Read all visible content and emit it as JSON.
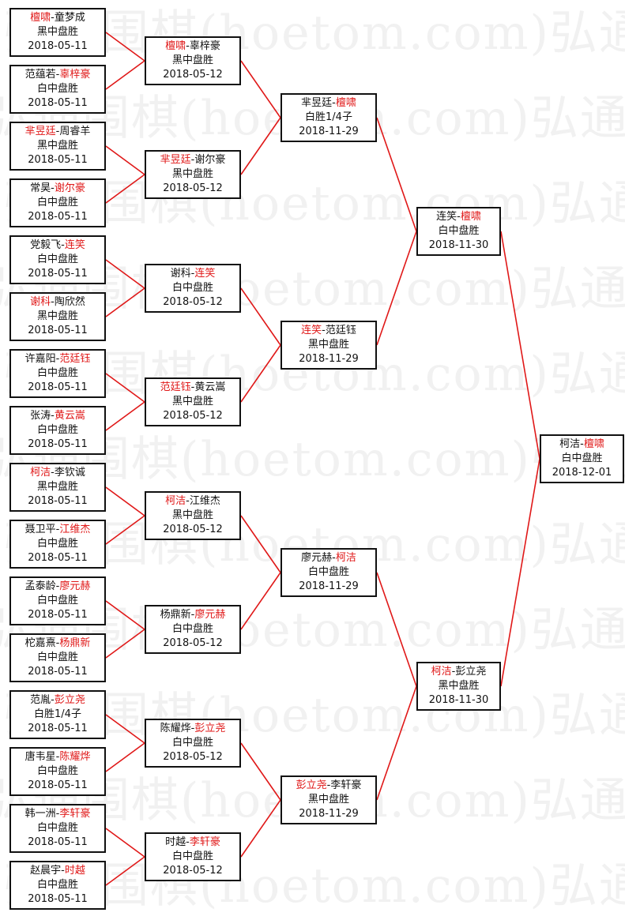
{
  "watermark": "弘通围棋(hoetom.com)弘通",
  "colors": {
    "winner": "#e01818",
    "line": "#e01818",
    "border": "#111111"
  },
  "rounds": [
    [
      {
        "p1": "檀啸",
        "p2": "童梦成",
        "winner": 1,
        "result": "黑中盘胜",
        "date": "2018-05-11"
      },
      {
        "p1": "范蕴若",
        "p2": "辜梓豪",
        "winner": 2,
        "result": "白中盘胜",
        "date": "2018-05-11"
      },
      {
        "p1": "芈昱廷",
        "p2": "周睿羊",
        "winner": 1,
        "result": "黑中盘胜",
        "date": "2018-05-11"
      },
      {
        "p1": "常昊",
        "p2": "谢尔豪",
        "winner": 2,
        "result": "白中盘胜",
        "date": "2018-05-11"
      },
      {
        "p1": "党毅飞",
        "p2": "连笑",
        "winner": 2,
        "result": "白中盘胜",
        "date": "2018-05-11"
      },
      {
        "p1": "谢科",
        "p2": "陶欣然",
        "winner": 1,
        "result": "黑中盘胜",
        "date": "2018-05-11"
      },
      {
        "p1": "许嘉阳",
        "p2": "范廷钰",
        "winner": 2,
        "result": "白中盘胜",
        "date": "2018-05-11"
      },
      {
        "p1": "张涛",
        "p2": "黄云嵩",
        "winner": 2,
        "result": "白中盘胜",
        "date": "2018-05-11"
      },
      {
        "p1": "柯洁",
        "p2": "李钦诚",
        "winner": 1,
        "result": "黑中盘胜",
        "date": "2018-05-11"
      },
      {
        "p1": "聂卫平",
        "p2": "江维杰",
        "winner": 2,
        "result": "白中盘胜",
        "date": "2018-05-11"
      },
      {
        "p1": "孟泰龄",
        "p2": "廖元赫",
        "winner": 2,
        "result": "白中盘胜",
        "date": "2018-05-11"
      },
      {
        "p1": "柁嘉熹",
        "p2": "杨鼎新",
        "winner": 2,
        "result": "白中盘胜",
        "date": "2018-05-11"
      },
      {
        "p1": "范胤",
        "p2": "彭立尧",
        "winner": 2,
        "result": "白胜1/4子",
        "date": "2018-05-11"
      },
      {
        "p1": "唐韦星",
        "p2": "陈耀烨",
        "winner": 2,
        "result": "白中盘胜",
        "date": "2018-05-11"
      },
      {
        "p1": "韩一洲",
        "p2": "李轩豪",
        "winner": 2,
        "result": "白中盘胜",
        "date": "2018-05-11"
      },
      {
        "p1": "赵晨宇",
        "p2": "时越",
        "winner": 2,
        "result": "白中盘胜",
        "date": "2018-05-11"
      }
    ],
    [
      {
        "p1": "檀啸",
        "p2": "辜梓豪",
        "winner": 1,
        "result": "黑中盘胜",
        "date": "2018-05-12"
      },
      {
        "p1": "芈昱廷",
        "p2": "谢尔豪",
        "winner": 1,
        "result": "黑中盘胜",
        "date": "2018-05-12"
      },
      {
        "p1": "谢科",
        "p2": "连笑",
        "winner": 2,
        "result": "白中盘胜",
        "date": "2018-05-12"
      },
      {
        "p1": "范廷钰",
        "p2": "黄云嵩",
        "winner": 1,
        "result": "黑中盘胜",
        "date": "2018-05-12"
      },
      {
        "p1": "柯洁",
        "p2": "江维杰",
        "winner": 1,
        "result": "黑中盘胜",
        "date": "2018-05-12"
      },
      {
        "p1": "杨鼎新",
        "p2": "廖元赫",
        "winner": 2,
        "result": "白中盘胜",
        "date": "2018-05-12"
      },
      {
        "p1": "陈耀烨",
        "p2": "彭立尧",
        "winner": 2,
        "result": "白中盘胜",
        "date": "2018-05-12"
      },
      {
        "p1": "时越",
        "p2": "李轩豪",
        "winner": 2,
        "result": "白中盘胜",
        "date": "2018-05-12"
      }
    ],
    [
      {
        "p1": "芈昱廷",
        "p2": "檀啸",
        "winner": 2,
        "result": "白胜1/4子",
        "date": "2018-11-29"
      },
      {
        "p1": "连笑",
        "p2": "范廷钰",
        "winner": 1,
        "result": "黑中盘胜",
        "date": "2018-11-29"
      },
      {
        "p1": "廖元赫",
        "p2": "柯洁",
        "winner": 2,
        "result": "白中盘胜",
        "date": "2018-11-29"
      },
      {
        "p1": "彭立尧",
        "p2": "李轩豪",
        "winner": 1,
        "result": "黑中盘胜",
        "date": "2018-11-29"
      }
    ],
    [
      {
        "p1": "连笑",
        "p2": "檀啸",
        "winner": 2,
        "result": "白中盘胜",
        "date": "2018-11-30"
      },
      {
        "p1": "柯洁",
        "p2": "彭立尧",
        "winner": 1,
        "result": "黑中盘胜",
        "date": "2018-11-30"
      }
    ],
    [
      {
        "p1": "柯洁",
        "p2": "檀啸",
        "winner": 2,
        "result": "白中盘胜",
        "date": "2018-12-01"
      }
    ]
  ]
}
